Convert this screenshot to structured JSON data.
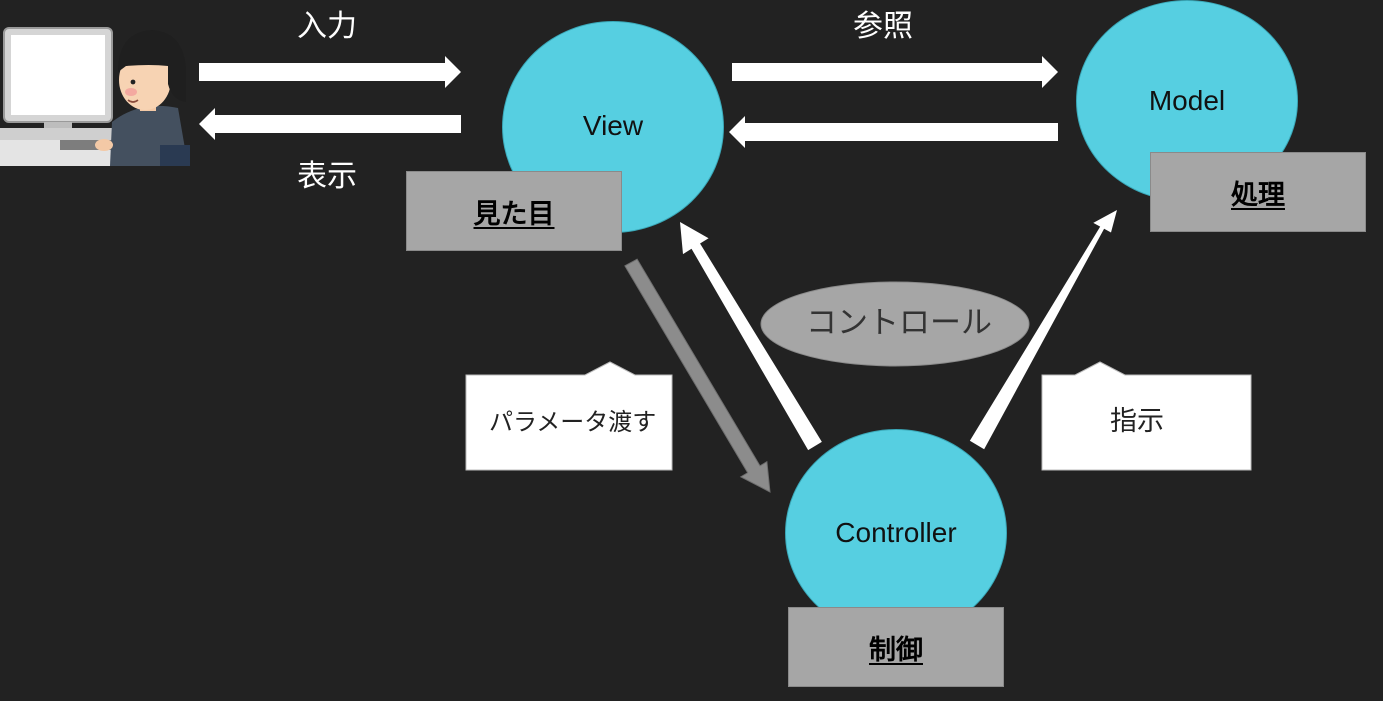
{
  "flow": {
    "input_label": "入力",
    "display_label": "表示",
    "reference_label": "参照"
  },
  "nodes": {
    "view": {
      "name": "View",
      "role": "見た目"
    },
    "model": {
      "name": "Model",
      "role": "処理"
    },
    "controller": {
      "name": "Controller",
      "role": "制御"
    }
  },
  "annotations": {
    "control": "コントロール",
    "pass_params": "パラメータ渡す",
    "instruct": "指示"
  },
  "colors": {
    "background": "#222222",
    "node_fill": "#56cfe1",
    "role_box": "#a6a6a6",
    "arrow": "#ffffff",
    "param_arrow": "#8c8c8c",
    "oval": "#a6a6a6",
    "callout": "#ffffff"
  },
  "icons": {
    "user": "person-at-computer-icon"
  }
}
